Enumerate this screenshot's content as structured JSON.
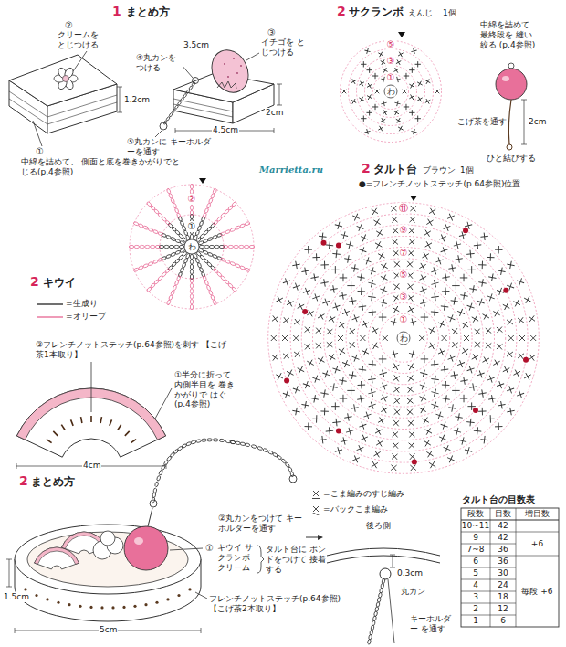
{
  "diagram": {
    "labels": [
      "1",
      "まとめ方",
      "②",
      "クリームを とじつける",
      "④丸カンを つける",
      "3.5cm",
      "③",
      "イチゴを とじつける",
      "1.2cm",
      "2cm",
      "4.5cm",
      "⑤丸カンに キーホルダーを通す",
      "①",
      "中綿を詰めて、 側面と底を巻きかがりでとじる(p.4参照)",
      "2",
      "サクランボ",
      "えんじ",
      "1個",
      "⑤",
      "③",
      "①",
      "わ",
      "中綿を詰めて 最終段を 縫い絞る (p.4参照)",
      "こげ茶を通す",
      "2cm",
      "ひと結びする",
      "Marrietta.ru",
      "2",
      "タルト台",
      "ブラウン",
      "1個",
      "●=フレンチノットステッチ(p.64参照)位置",
      "⑪",
      "⑨",
      "⑦",
      "⑤",
      "③",
      "①",
      "わ",
      "②",
      "①",
      "わ",
      "2",
      "キウイ",
      "②フレンチノットステッチ(p.64参照)を刺す 【こげ茶1本取り】",
      "①半分に折って 内側半目を 巻きかがりで はぐ(p.4参照)",
      "4cm",
      "2",
      "まとめ方",
      "②丸カンをつけて キーホルダーを通す",
      "①",
      "キウイ サクランボ クリーム",
      "タルト台に ボンドをつけて 接着する",
      "フレンチノットステッチ(p.64参照) 【こげ茶2本取り】",
      "1.5cm",
      "5cm",
      "後ろ側",
      "0.3cm",
      "丸カン",
      "キーホルダー を通す",
      "タルト台の目数表",
      "段数",
      "目数",
      "増目数",
      "10~11",
      "42",
      "9",
      "42",
      "+6",
      "7~8",
      "36",
      "6",
      "36",
      "5",
      "30",
      "4",
      "24",
      "3",
      "18",
      "2",
      "12",
      "1",
      "6",
      "毎段 +6"
    ],
    "legend": [
      {
        "text": "=生成り"
      },
      {
        "text": "=オリーブ"
      },
      {
        "text": "=こま編みのすじ編み"
      },
      {
        "text": "=バックこま編み"
      }
    ]
  }
}
